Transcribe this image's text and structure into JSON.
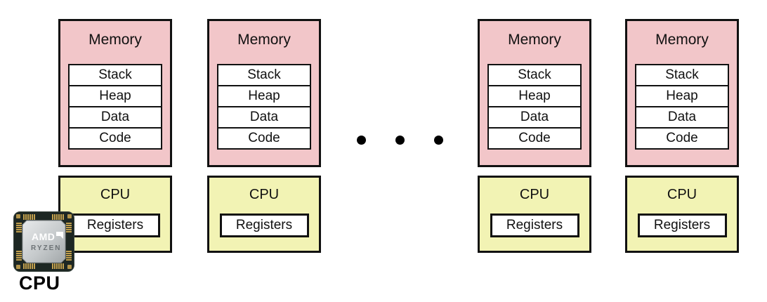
{
  "colors": {
    "memory_fill": "#f2c6c9",
    "cpu_fill": "#f2f3b4",
    "box_border": "#111111",
    "segment_fill": "#ffffff",
    "dot_color": "#000000"
  },
  "icons": {
    "ellipsis_dot": ""
  },
  "diagram": {
    "columns": [
      {
        "memory": {
          "title": "Memory",
          "segments": [
            "Stack",
            "Heap",
            "Data",
            "Code"
          ]
        },
        "cpu": {
          "title": "CPU",
          "registers_label": "Registers"
        }
      },
      {
        "memory": {
          "title": "Memory",
          "segments": [
            "Stack",
            "Heap",
            "Data",
            "Code"
          ]
        },
        "cpu": {
          "title": "CPU",
          "registers_label": "Registers"
        }
      },
      {
        "memory": {
          "title": "Memory",
          "segments": [
            "Stack",
            "Heap",
            "Data",
            "Code"
          ]
        },
        "cpu": {
          "title": "CPU",
          "registers_label": "Registers"
        }
      },
      {
        "memory": {
          "title": "Memory",
          "segments": [
            "Stack",
            "Heap",
            "Data",
            "Code"
          ]
        },
        "cpu": {
          "title": "CPU",
          "registers_label": "Registers"
        }
      }
    ]
  },
  "chip": {
    "brand": "AMD",
    "model": "RYZEN",
    "caption": "CPU"
  }
}
